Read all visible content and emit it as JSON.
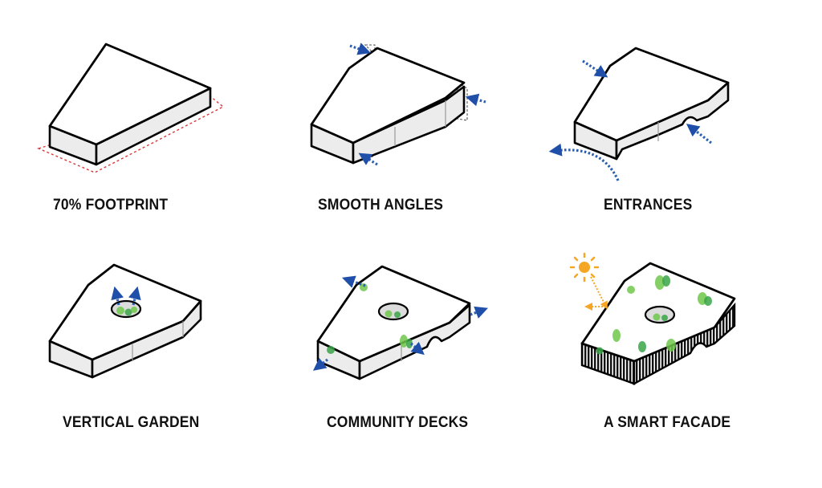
{
  "panels": [
    {
      "caption": "70% FOOTPRINT"
    },
    {
      "caption": "SMOOTH ANGLES"
    },
    {
      "caption": "ENTRANCES"
    },
    {
      "caption": "VERTICAL GARDEN"
    },
    {
      "caption": "COMMUNITY DECKS"
    },
    {
      "caption": "A SMART FACADE"
    }
  ],
  "colors": {
    "outline": "#000000",
    "arrow": "#1f4fa8",
    "footprint_dash": "#d83a3a",
    "greenery": "#6fc84b",
    "sun": "#f5a623"
  }
}
